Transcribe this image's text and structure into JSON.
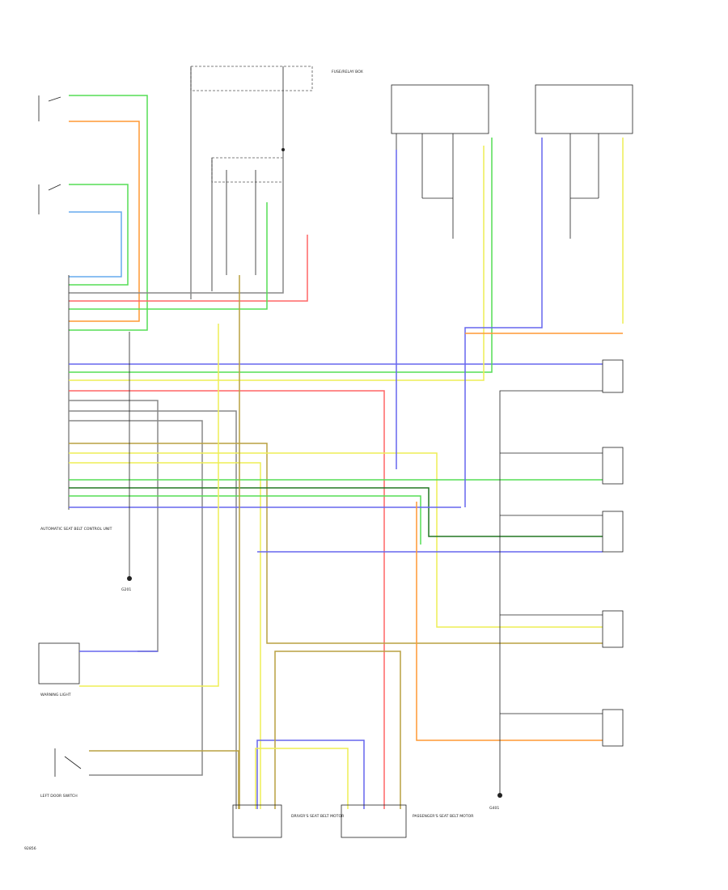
{
  "diagram_code": "92856",
  "labels": {
    "fuse_panel": "FUSE/RELAY BOX",
    "ecu": "AUTOMATIC SEAT BELT CONTROL UNIT",
    "ground_left": "G201",
    "ground_right": "G401",
    "warning_light": "WARNING LIGHT",
    "switch_retract": "LEFT DOOR SWITCH",
    "motor_left": "DRIVER'S SEAT BELT MOTOR",
    "motor_right": "PASSENGER'S SEAT BELT MOTOR"
  },
  "colors": {
    "green": "#55dd55",
    "orange": "#ff9933",
    "blue": "#6666ee",
    "red": "#ff6666",
    "yellow": "#eeee55",
    "olive": "#b8a040",
    "gray": "#888888",
    "dark_green": "#227722",
    "light_blue": "#66aaee"
  }
}
